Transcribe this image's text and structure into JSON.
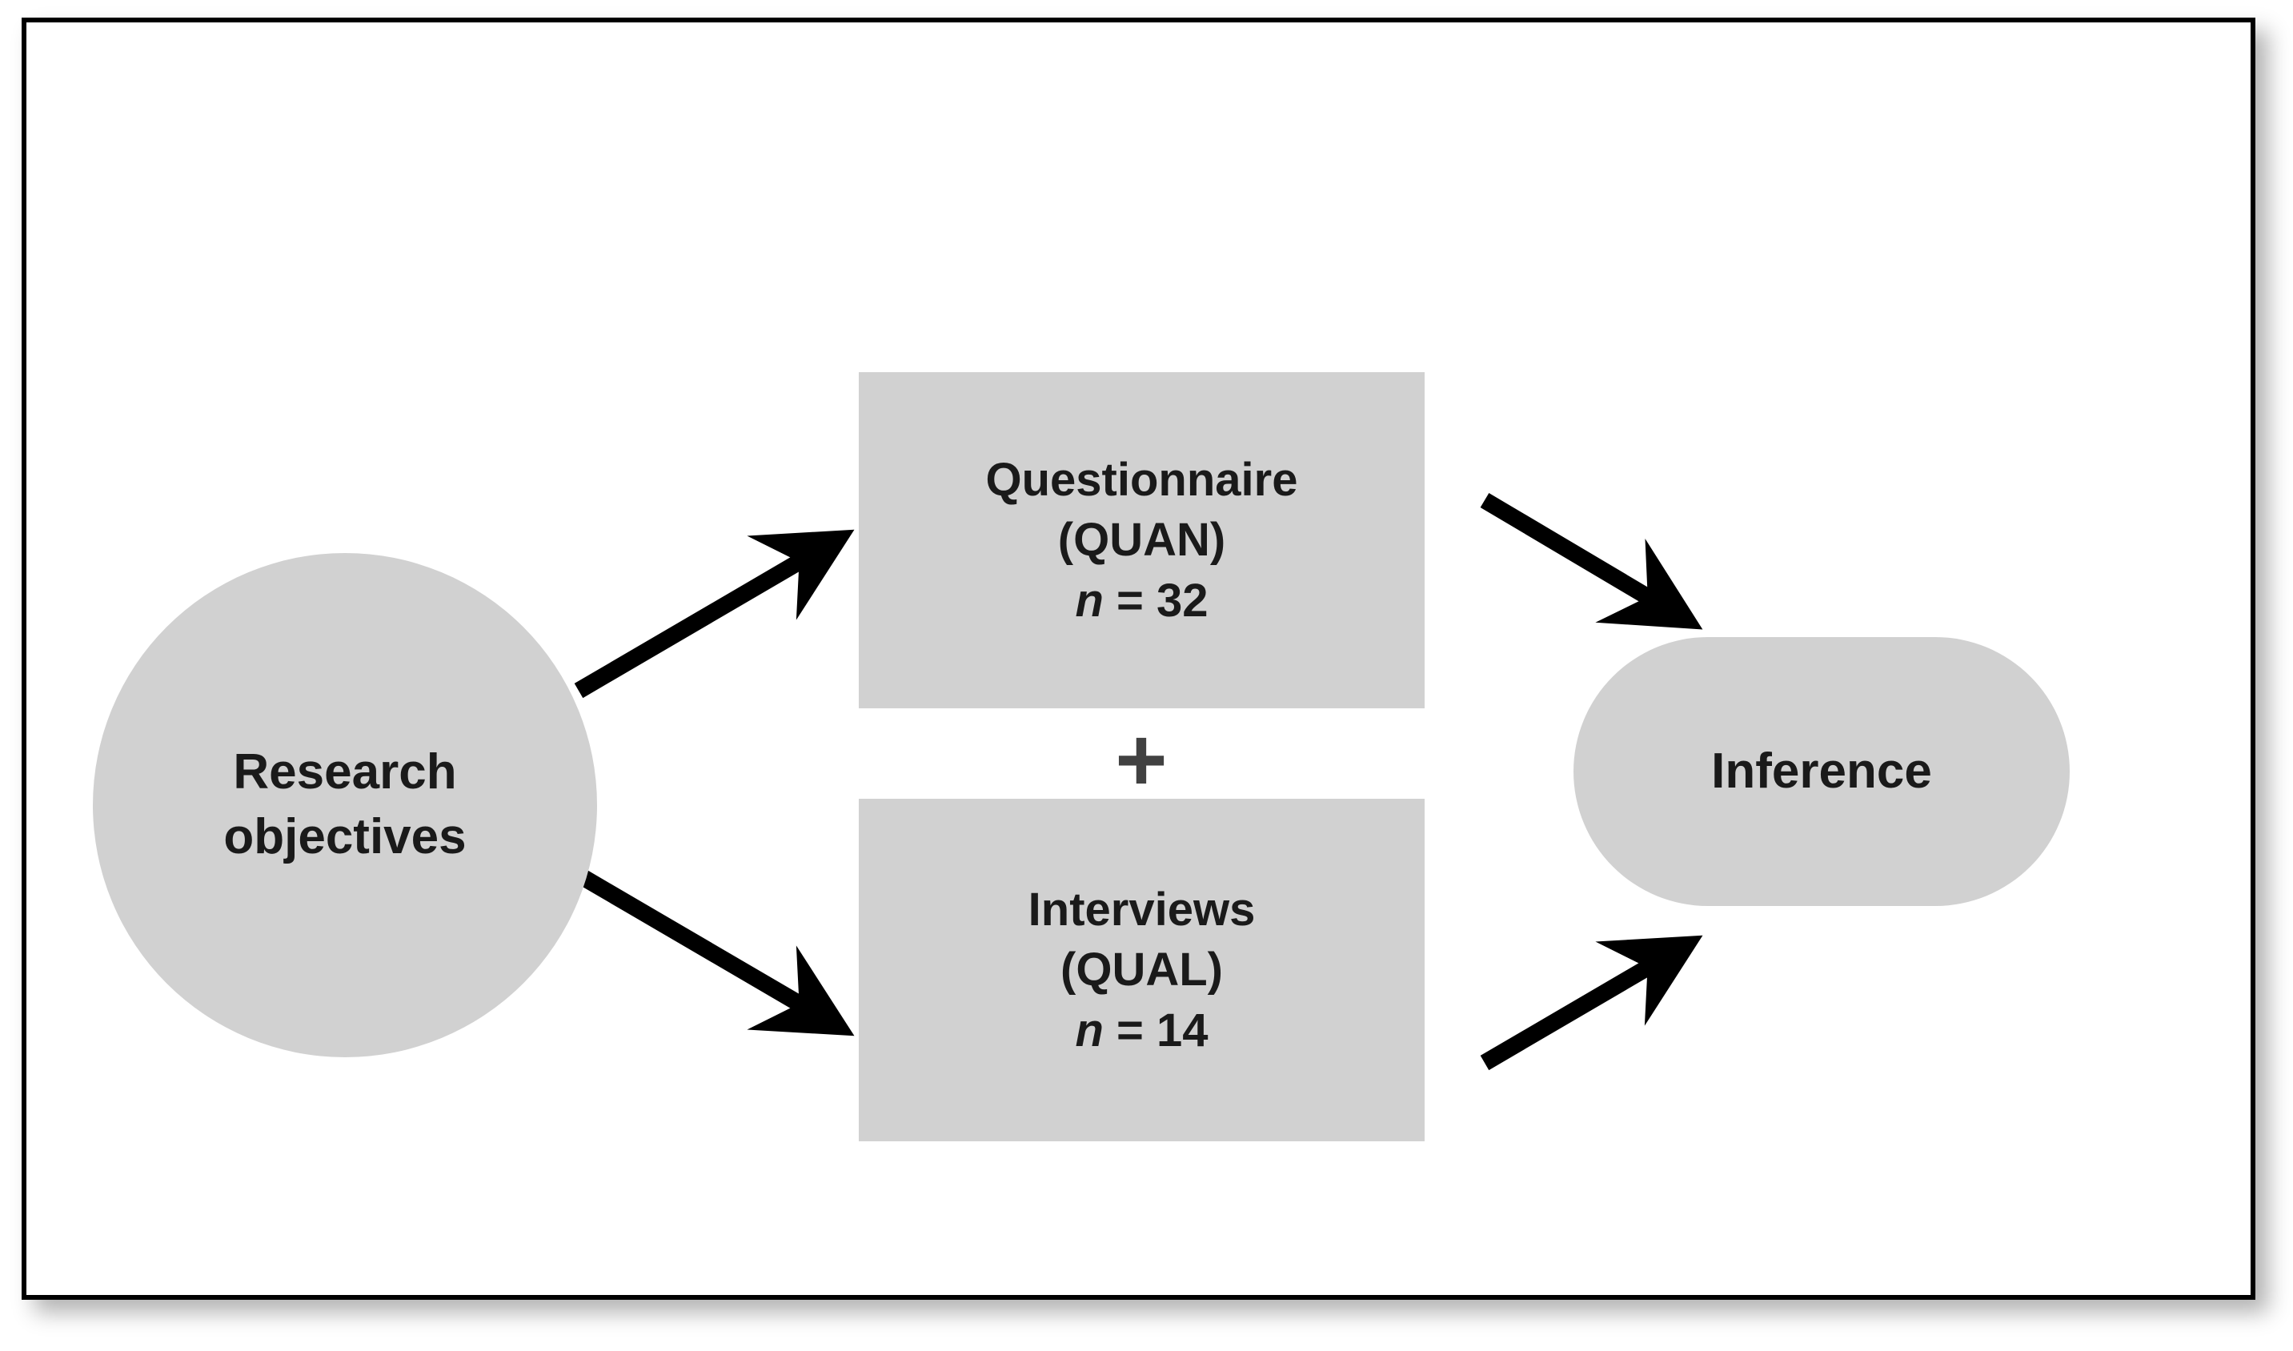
{
  "figure": {
    "type": "mixed-methods-research-design-flow-diagram",
    "background_color": "#FFFFFF",
    "node_fill_color": "#D1D1D1",
    "text_color": "#1A1A1A",
    "arrow_color": "#000000",
    "plus_color": "#414141",
    "border_color": "#000000"
  },
  "nodes": {
    "research_objectives": {
      "shape": "circle",
      "line1": "Research",
      "line2": "objectives"
    },
    "questionnaire": {
      "shape": "rectangle",
      "line1": "Questionnaire",
      "line2": "(QUAN)",
      "n_symbol": "n",
      "n_value": "= 32"
    },
    "interviews": {
      "shape": "rectangle",
      "line1": "Interviews",
      "line2": "(QUAL)",
      "n_symbol": "n",
      "n_value": "= 14"
    },
    "inference": {
      "shape": "pill",
      "label": "Inference"
    }
  },
  "connectors": {
    "plus": "+",
    "arrows": [
      {
        "name": "objectives-to-questionnaire",
        "from": "research_objectives",
        "to": "questionnaire",
        "direction": "up-right"
      },
      {
        "name": "objectives-to-interviews",
        "from": "research_objectives",
        "to": "interviews",
        "direction": "down-right"
      },
      {
        "name": "questionnaire-to-inference",
        "from": "questionnaire",
        "to": "inference",
        "direction": "down-right"
      },
      {
        "name": "interviews-to-inference",
        "from": "interviews",
        "to": "inference",
        "direction": "up-right"
      }
    ]
  }
}
